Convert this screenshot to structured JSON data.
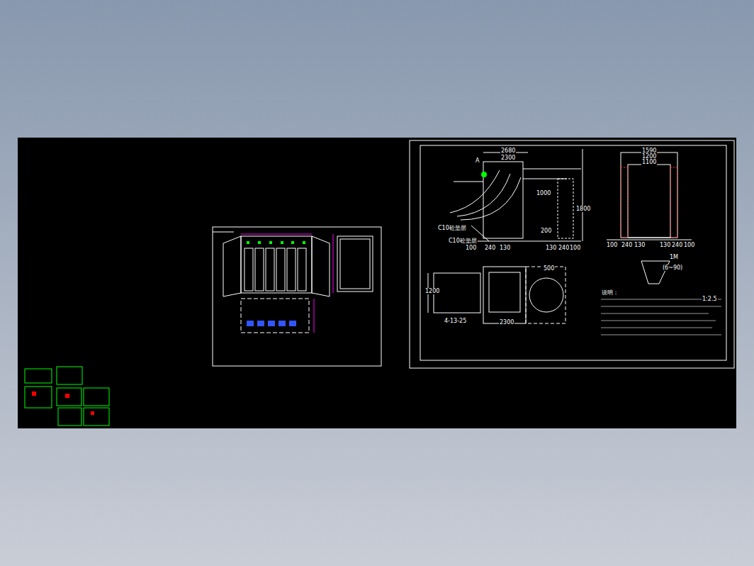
{
  "diagram": {
    "labels": [
      "2680",
      "2300",
      "A",
      "1000",
      "1800",
      "200",
      "C10砼垫层",
      "C10砼垫层",
      "100",
      "240",
      "130",
      "130",
      "240",
      "100",
      "1590",
      "1200",
      "1100",
      "100",
      "240",
      "130",
      "130",
      "240",
      "100",
      "500",
      "1200",
      "2300",
      "4-13-25",
      "说明：",
      "1:2.5",
      "(6~90)",
      "1M"
    ]
  }
}
